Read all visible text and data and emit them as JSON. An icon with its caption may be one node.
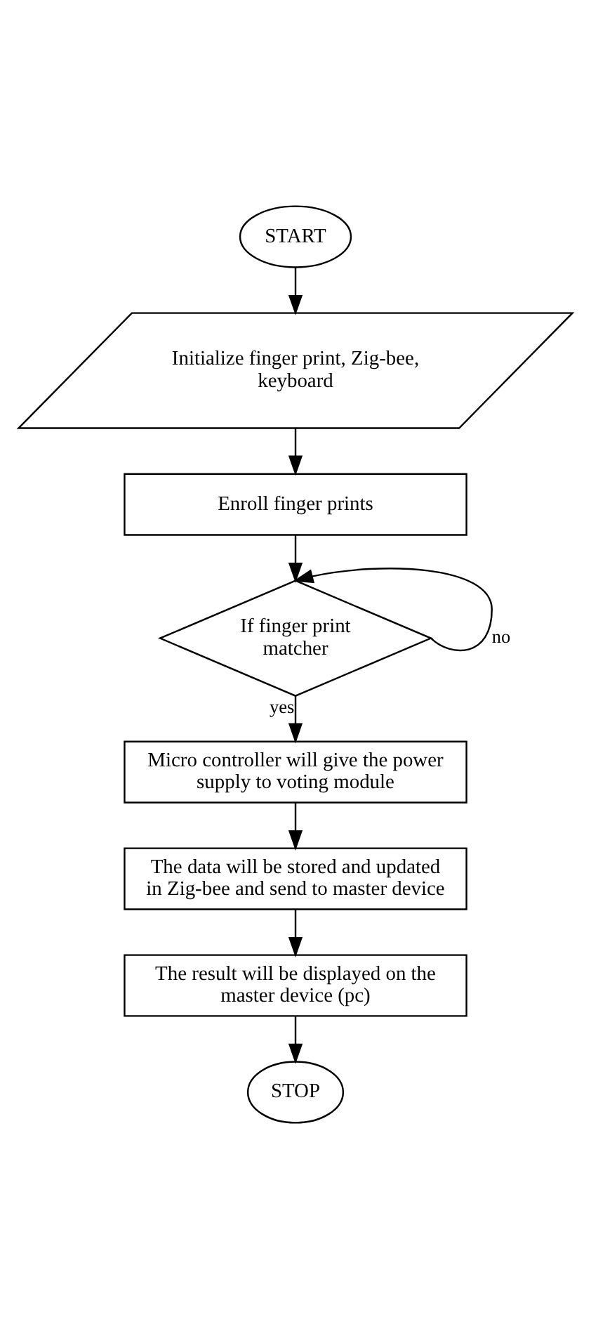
{
  "diagram": {
    "nodes": [
      {
        "text": [
          "START"
        ]
      },
      {
        "text": [
          "Initialize finger print, Zig-bee, keyboard"
        ]
      },
      {
        "text": [
          "Enroll finger prints"
        ]
      },
      {
        "text": [
          "If finger print matcher"
        ]
      },
      {
        "text": [
          "Micro controller will give the power supply to voting module"
        ]
      },
      {
        "text": [
          "The data will be stored and updated in Zig-bee and send to master device"
        ]
      },
      {
        "text": [
          "The result will be displayed on the master device (pc)"
        ]
      },
      {
        "text": [
          "STOP"
        ]
      }
    ],
    "edges": [
      {
        "from": 0,
        "to": 1,
        "arrow": "to"
      },
      {
        "from": 1,
        "to": 2,
        "arrow": "to"
      },
      {
        "from": 2,
        "to": 3,
        "arrow": "to"
      },
      {
        "from": 3,
        "to": 3,
        "arrow": "to",
        "label": "no"
      },
      {
        "from": 3,
        "to": 4,
        "arrow": "to",
        "label": "yes"
      },
      {
        "from": 4,
        "to": 5,
        "arrow": "to"
      },
      {
        "from": 5,
        "to": 6,
        "arrow": "to"
      },
      {
        "from": 6,
        "to": 7,
        "arrow": "to"
      }
    ]
  }
}
